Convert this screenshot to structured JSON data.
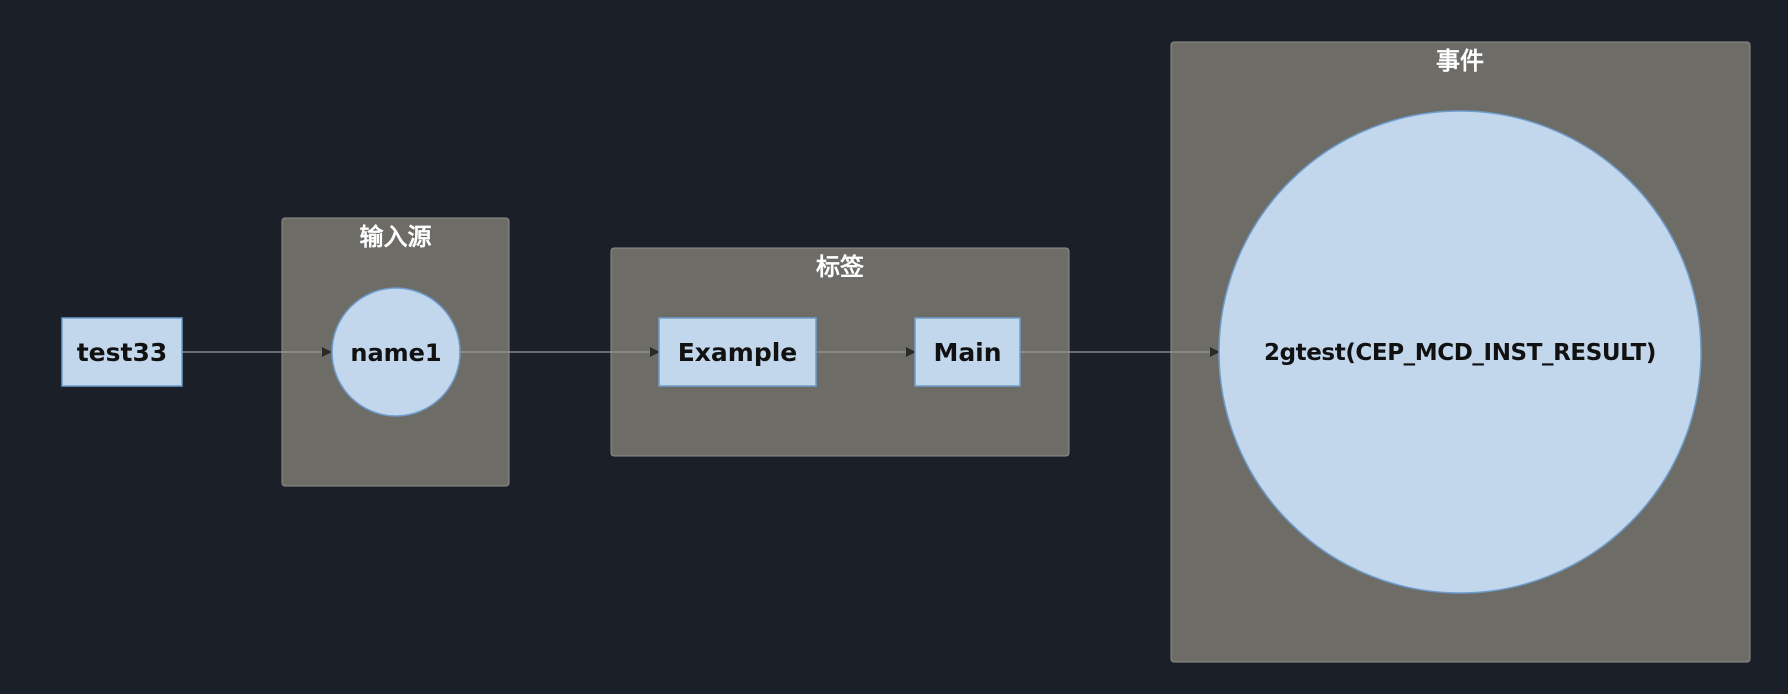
{
  "colors": {
    "background": "#1b2028",
    "group_fill": "#6d6c66",
    "group_stroke": "#8f8f8a",
    "node_fill": "#c2d7eb",
    "node_stroke": "#6e9ccc",
    "edge": "#9a9a9a",
    "arrowhead": "#2b2b2b"
  },
  "groups": {
    "source": {
      "title": "输入源"
    },
    "tags": {
      "title": "标签"
    },
    "event": {
      "title": "事件"
    }
  },
  "nodes": {
    "test33": {
      "label": "test33",
      "shape": "rectangle"
    },
    "name1": {
      "label": "name1",
      "shape": "circle"
    },
    "example": {
      "label": "Example",
      "shape": "rectangle"
    },
    "main": {
      "label": "Main",
      "shape": "rectangle"
    },
    "event": {
      "label": "2gtest(CEP_MCD_INST_RESULT)",
      "shape": "circle"
    }
  },
  "edges": [
    {
      "from": "test33",
      "to": "name1"
    },
    {
      "from": "name1",
      "to": "example"
    },
    {
      "from": "example",
      "to": "main"
    },
    {
      "from": "main",
      "to": "event"
    }
  ]
}
